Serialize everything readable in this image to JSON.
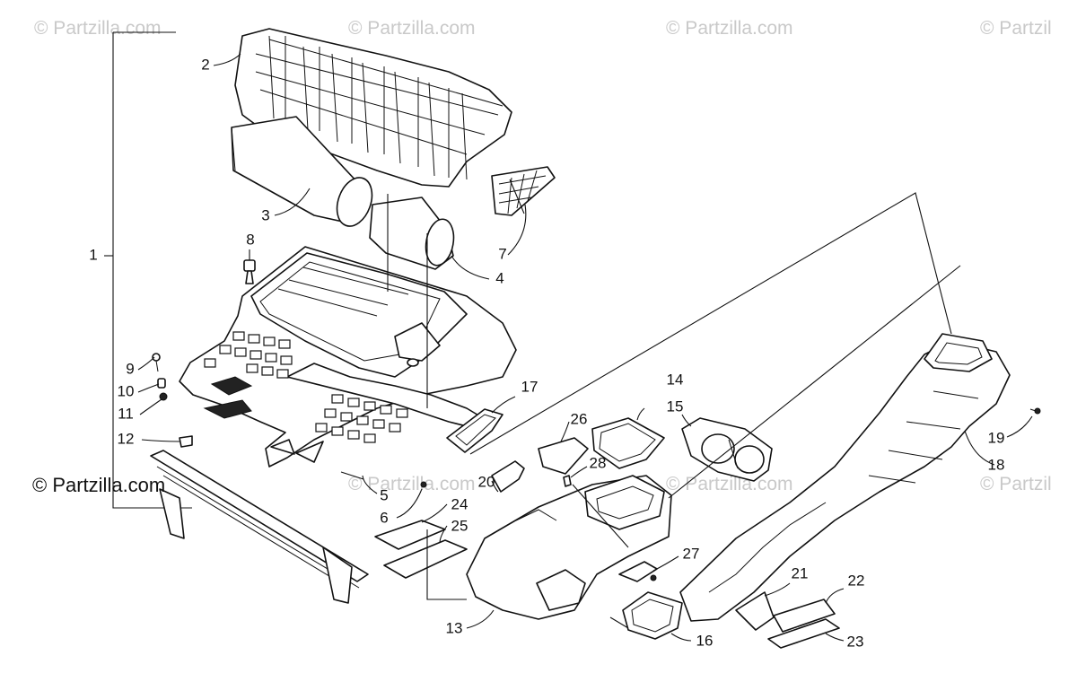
{
  "watermarks": {
    "top": [
      "© Partzilla.com",
      "© Partzilla.com",
      "© Partzilla.com",
      "© Partzil"
    ],
    "bottom": [
      "© Partzilla.com",
      "© Partzilla.com",
      "© Partzilla.com",
      "© Partzil"
    ],
    "brand": "© Partzilla.com"
  },
  "callouts": [
    "1",
    "2",
    "3",
    "4",
    "5",
    "6",
    "7",
    "8",
    "9",
    "10",
    "11",
    "12",
    "13",
    "14",
    "15",
    "16",
    "17",
    "18",
    "19",
    "20",
    "21",
    "22",
    "23",
    "24",
    "25",
    "26",
    "27",
    "28"
  ],
  "colors": {
    "line": "#111111",
    "watermark": "#c9c9c9",
    "background": "#ffffff"
  }
}
